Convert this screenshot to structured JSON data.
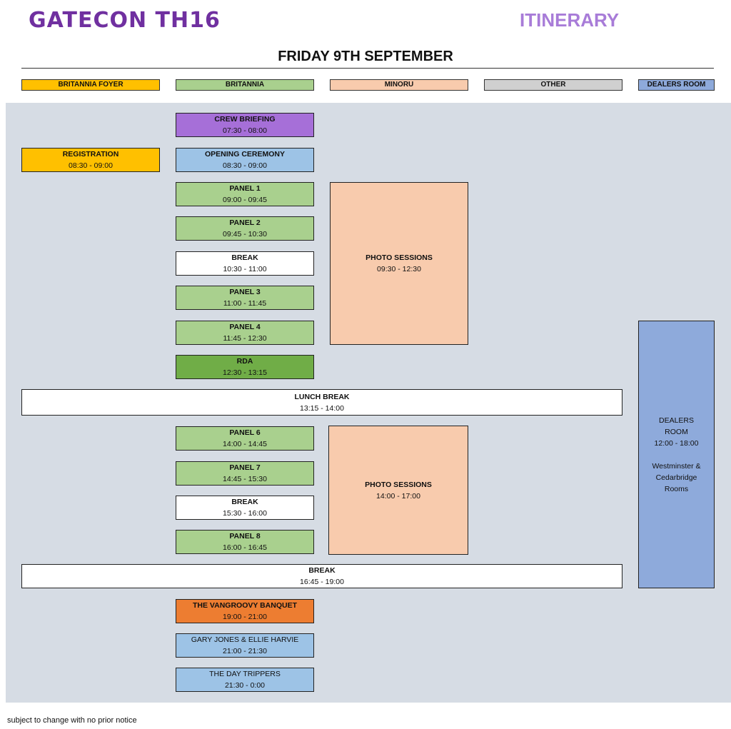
{
  "header": {
    "logo_text": "GATECON TH16",
    "section_title": "ITINERARY",
    "day_title": "FRIDAY 9TH SEPTEMBER"
  },
  "columns": [
    {
      "label": "BRITANNIA FOYER",
      "color": "#ffc000"
    },
    {
      "label": "BRITANNIA",
      "color": "#a9d08e"
    },
    {
      "label": "MINORU",
      "color": "#f8cbad"
    },
    {
      "label": "OTHER",
      "color": "#d0d0d0"
    },
    {
      "label": "DEALERS ROOM",
      "color": "#8eaadb"
    }
  ],
  "colors": {
    "crew": "#a66fd8",
    "ceremony": "#9dc3e6",
    "panel": "#a9d08e",
    "rda": "#70ad47",
    "banquet": "#ed7d31",
    "break": "#ffffff",
    "photo": "#f8cbad",
    "dealers": "#8eaadb",
    "registration": "#ffc000",
    "board": "#d6dce4"
  },
  "events": {
    "crew_briefing": {
      "title": "CREW BRIEFING",
      "time": "07:30 - 08:00"
    },
    "registration": {
      "title": "REGISTRATION",
      "time": "08:30 - 09:00"
    },
    "opening_ceremony": {
      "title": "OPENING CEREMONY",
      "time": "08:30 - 09:00"
    },
    "panel_1": {
      "title": "PANEL 1",
      "time": "09:00 - 09:45"
    },
    "panel_2": {
      "title": "PANEL 2",
      "time": "09:45 - 10:30"
    },
    "break_1": {
      "title": "BREAK",
      "time": "10:30 - 11:00"
    },
    "panel_3": {
      "title": "PANEL 3",
      "time": "11:00 - 11:45"
    },
    "panel_4": {
      "title": "PANEL 4",
      "time": "11:45 - 12:30"
    },
    "rda": {
      "title": "RDA",
      "time": "12:30 - 13:15"
    },
    "photo_1": {
      "title": "PHOTO SESSIONS",
      "time": "09:30 - 12:30"
    },
    "lunch": {
      "title": "LUNCH BREAK",
      "time": "13:15 - 14:00"
    },
    "panel_6": {
      "title": "PANEL 6",
      "time": "14:00 - 14:45"
    },
    "panel_7": {
      "title": "PANEL 7",
      "time": "14:45 - 15:30"
    },
    "break_2": {
      "title": "BREAK",
      "time": "15:30 - 16:00"
    },
    "panel_8": {
      "title": "PANEL 8",
      "time": "16:00 - 16:45"
    },
    "photo_2": {
      "title": "PHOTO SESSIONS",
      "time": "14:00 - 17:00"
    },
    "break_3": {
      "title": "BREAK",
      "time": "16:45 - 19:00"
    },
    "banquet": {
      "title": "THE VANGROOVY BANQUET",
      "time": "19:00 - 21:00"
    },
    "gary_ellie": {
      "title": "GARY JONES & ELLIE HARVIE",
      "time": "21:00 - 21:30"
    },
    "day_trippers": {
      "title": "THE DAY TRIPPERS",
      "time": "21:30 - 0:00"
    }
  },
  "dealers_room": {
    "line1": "DEALERS",
    "line2": "ROOM",
    "time": "12:00 - 18:00",
    "location1": "Westminster &",
    "location2": "Cedarbridge",
    "location3": "Rooms"
  },
  "footer": {
    "note": "subject to change with no prior notice"
  }
}
